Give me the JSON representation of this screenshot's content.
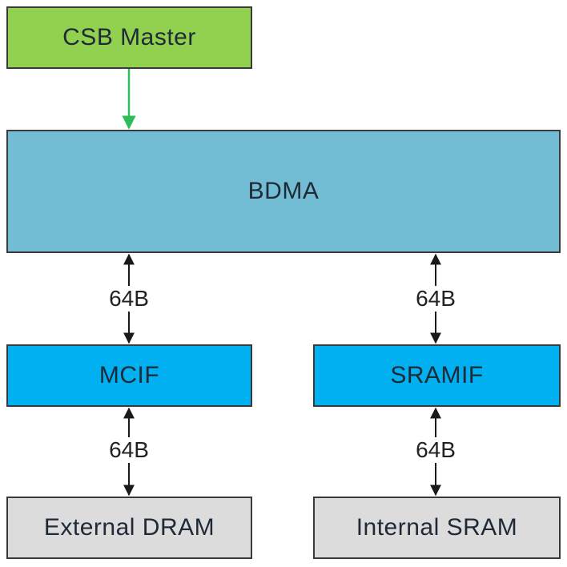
{
  "colors": {
    "master_fill": "#92d050",
    "bdma_fill": "#72bcd4",
    "interface_fill": "#00b0f0",
    "memory_fill": "#dcdcdc",
    "control_arrow": "#2ebd59",
    "data_arrow": "#1a1a1a"
  },
  "blocks": {
    "csb_master": "CSB Master",
    "bdma": "BDMA",
    "mcif": "MCIF",
    "sramif": "SRAMIF",
    "external_dram": "External DRAM",
    "internal_sram": "Internal SRAM"
  },
  "links": {
    "bdma_mcif": "64B",
    "bdma_sramif": "64B",
    "mcif_dram": "64B",
    "sramif_sram": "64B"
  }
}
